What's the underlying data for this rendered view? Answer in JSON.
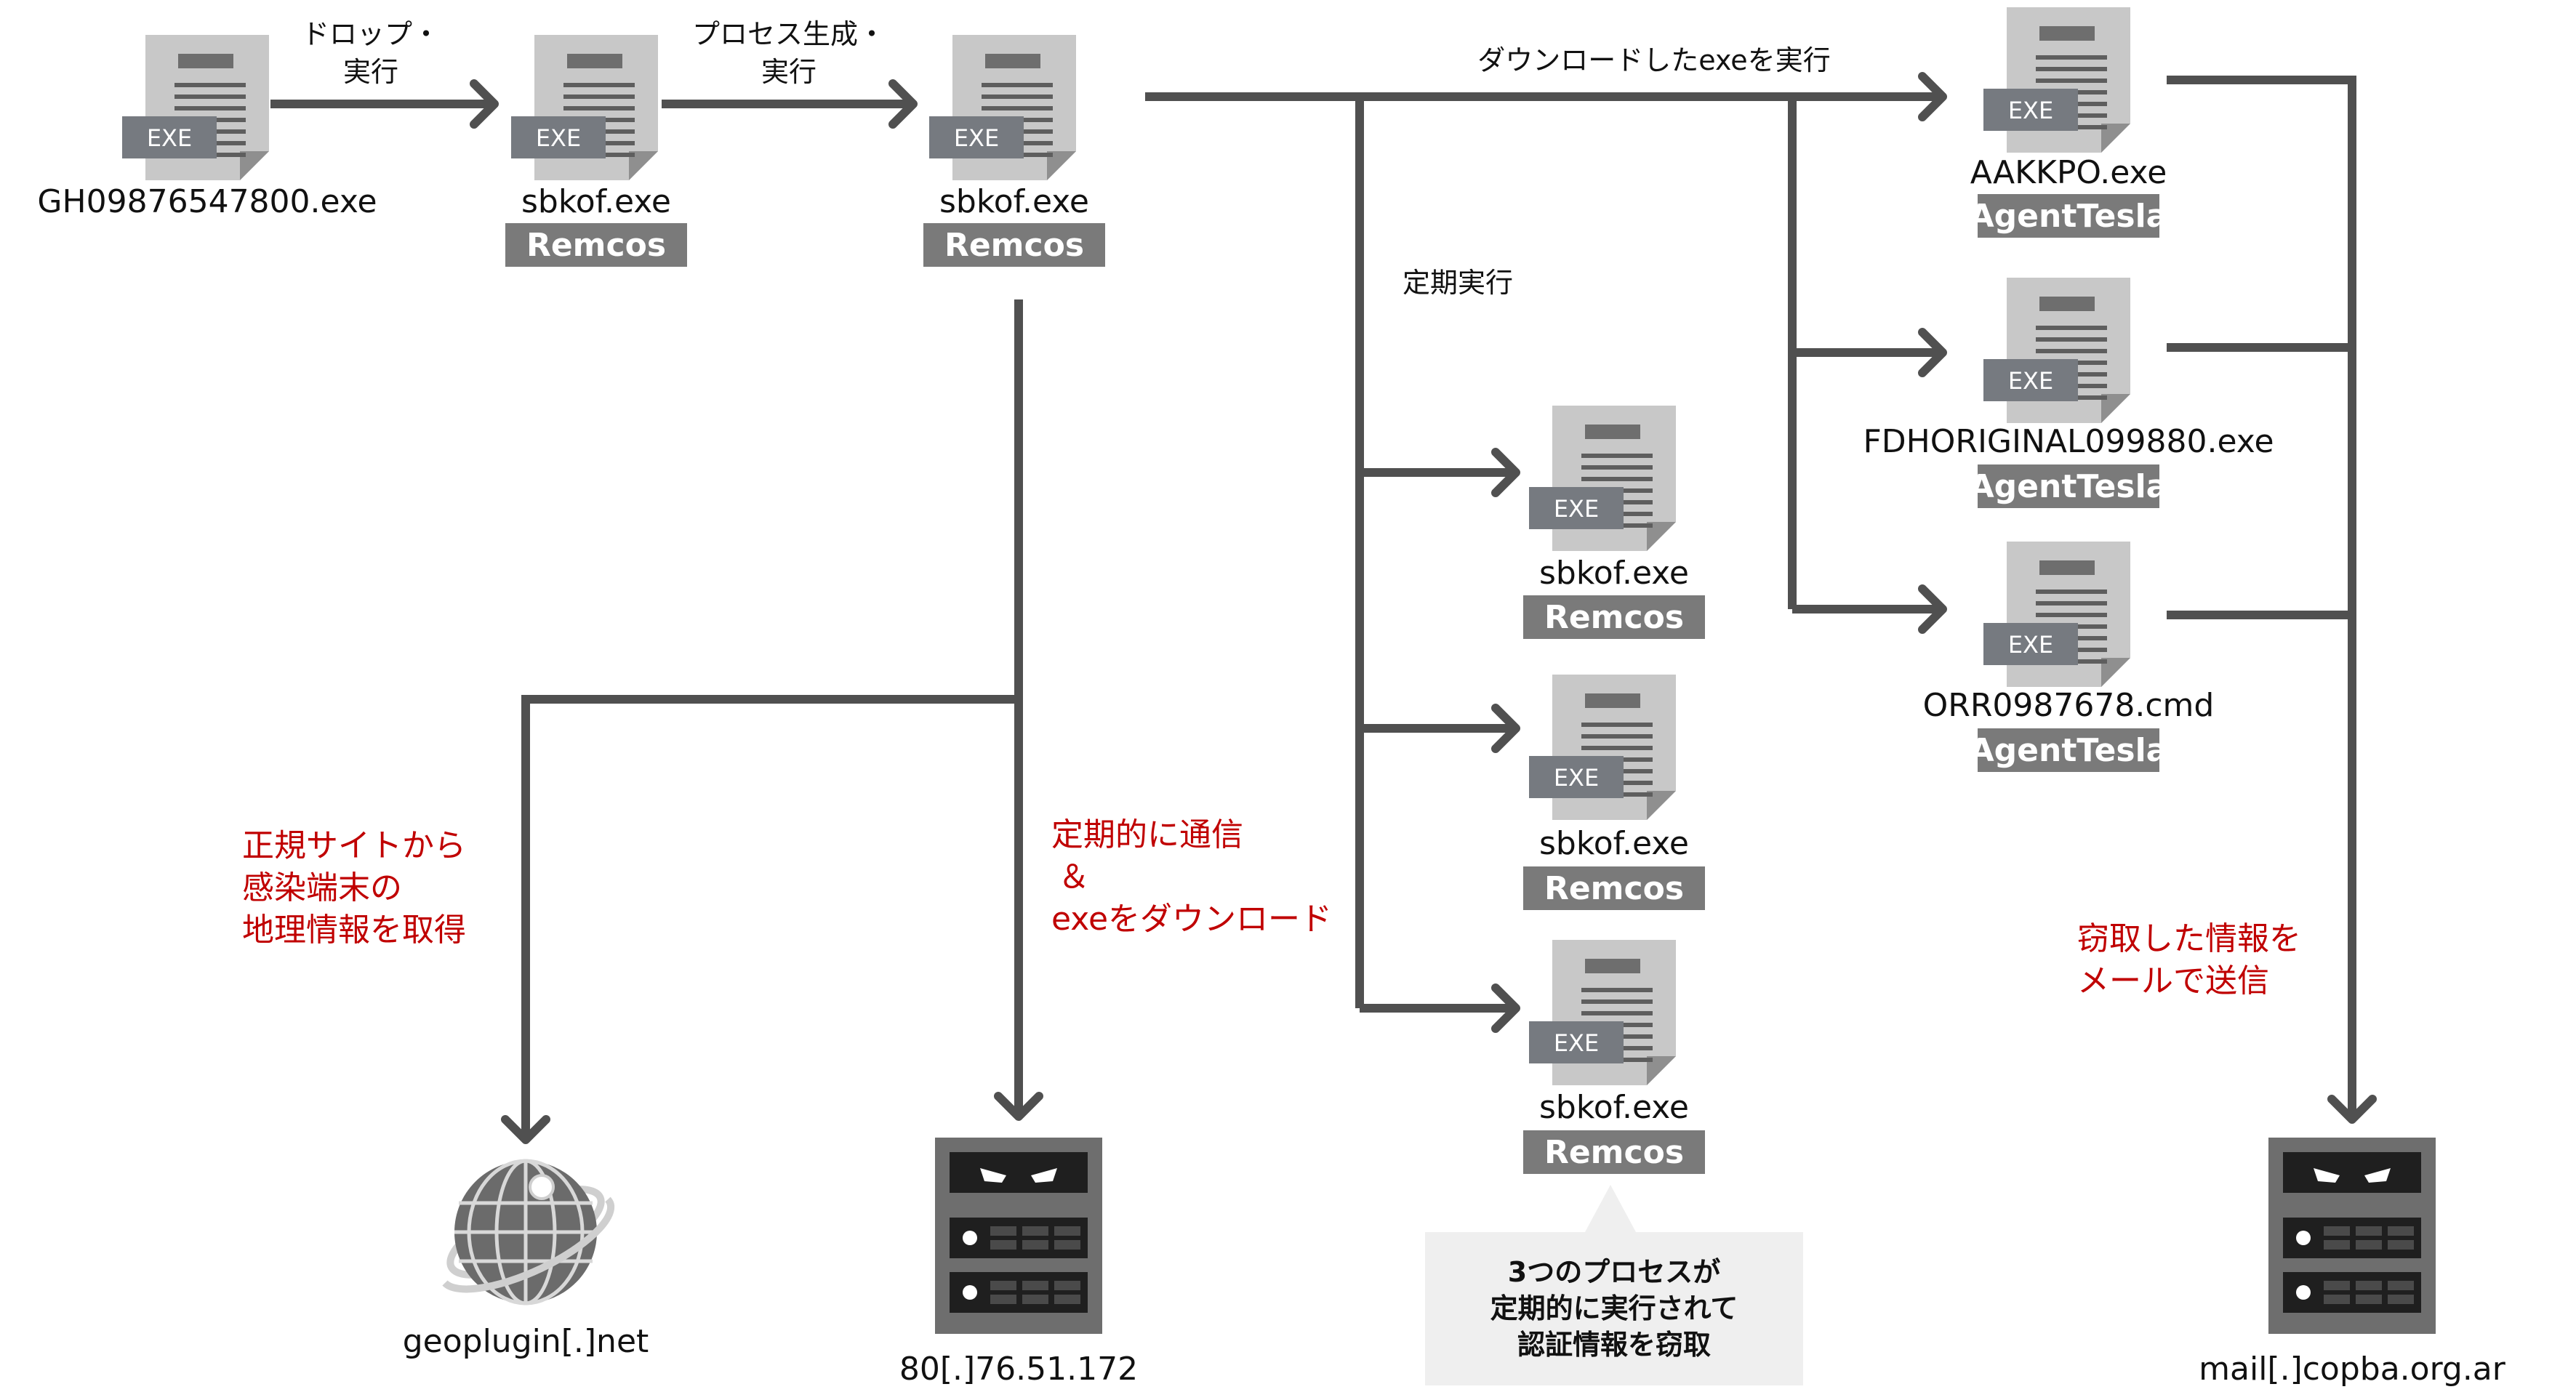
{
  "files": [
    {
      "name": "GH09876547800.exe",
      "icon": "EXE",
      "tag": ""
    },
    {
      "name": "sbkof.exe",
      "icon": "EXE",
      "tag": "Remcos"
    },
    {
      "name": "sbkof.exe",
      "icon": "EXE",
      "tag": "Remcos"
    },
    {
      "name": "AAKKPO.exe",
      "icon": "EXE",
      "tag": "AgentTesla"
    },
    {
      "name": "FDHORIGINAL099880.exe",
      "icon": "EXE",
      "tag": "AgentTesla"
    },
    {
      "name": "ORR0987678.cmd",
      "icon": "EXE",
      "tag": "AgentTesla"
    },
    {
      "name": "sbkof.exe",
      "icon": "EXE",
      "tag": "Remcos"
    },
    {
      "name": "sbkof.exe",
      "icon": "EXE",
      "tag": "Remcos"
    },
    {
      "name": "sbkof.exe",
      "icon": "EXE",
      "tag": "Remcos"
    }
  ],
  "edges": {
    "drop": [
      "ドロップ・",
      "実行"
    ],
    "spawn": [
      "プロセス生成・",
      "実行"
    ],
    "download": "ダウンロードしたexeを実行",
    "periodic": "定期実行"
  },
  "notes": {
    "geo": [
      "正規サイトから",
      "感染端末の",
      "地理情報を取得"
    ],
    "c2": [
      "定期的に通信",
      "＆",
      "exeをダウンロード"
    ],
    "mail": [
      "窃取した情報を",
      "メールで送信"
    ]
  },
  "callout": [
    "3つのプロセスが",
    "定期的に実行されて",
    "認証情報を窃取"
  ],
  "endpoints": {
    "geo": "geoplugin[.]net",
    "c2": "80[.]76.51.172",
    "mail": "mail[.]copba.org.ar"
  },
  "colors": {
    "line": "#505050",
    "tag": "#7a7a7a",
    "doc": "#c8c8c8",
    "note": "#c00000",
    "callout_bg": "#efefef"
  }
}
